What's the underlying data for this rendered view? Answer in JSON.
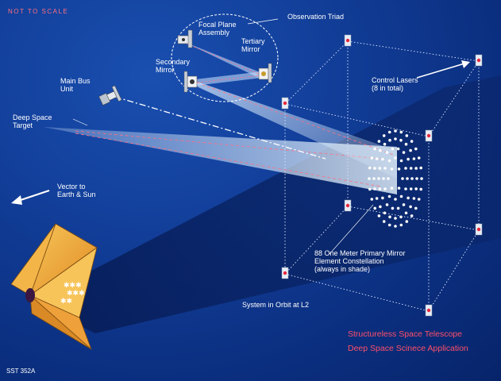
{
  "labels": {
    "not_to_scale": "NOT TO SCALE",
    "observation_triad": "Observation Triad",
    "focal_plane_1": "Focal Plane",
    "focal_plane_2": "Assembly",
    "tertiary_1": "Tertiary",
    "tertiary_2": "Mirror",
    "secondary_1": "Secondary",
    "secondary_2": "Mirror",
    "main_bus_1": "Main Bus",
    "main_bus_2": "Unit",
    "deep_space_1": "Deep Space",
    "deep_space_2": "Target",
    "vector_1": "Vector to",
    "vector_2": "Earth & Sun",
    "control_lasers_1": "Control Lasers",
    "control_lasers_2": "(8 in total)",
    "primary_1": "88 One Meter Primary Mirror",
    "primary_2": "Element Constellation",
    "primary_3": "(always in shade)",
    "orbit": "System in Orbit at L2",
    "title_1": "Structureless Space Telescope",
    "title_2": "Deep Space Scinece Application",
    "code": "SST 352A"
  },
  "colors": {
    "background": "#123f9a",
    "title_red": "#ff4f6a",
    "sunshield": "#f2a83a",
    "beam": "#cfe6ff",
    "laser": "#e8283c"
  },
  "icons": [
    "spacecraft-icon",
    "laser-satellite-icon",
    "mirror-element-icon",
    "arrow-icon",
    "sunshield-icon"
  ]
}
